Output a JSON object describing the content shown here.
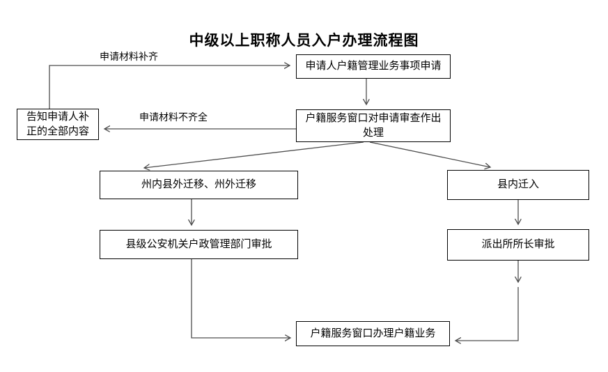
{
  "title": "中级以上职称人员入户办理流程图",
  "flowchart": {
    "type": "flowchart",
    "nodes": {
      "apply": "申请人户籍管理业务事项申请",
      "review": "户籍服务窗口对申请审查作出处理",
      "notify": "告知申请人补正的全部内容",
      "branch_left": "州内县外迁移、州外迁移",
      "branch_right": "县内迁入",
      "approve_left": "县级公安机关户政管理部门审批",
      "approve_right": "派出所所长审批",
      "final": "户籍服务窗口办理户籍业务"
    },
    "edge_labels": {
      "materials_complete": "申请材料补齐",
      "materials_incomplete": "申请材料不齐全"
    },
    "edges": [
      {
        "from": "notify",
        "to": "apply",
        "label": "申请材料补齐"
      },
      {
        "from": "apply",
        "to": "review",
        "label": ""
      },
      {
        "from": "review",
        "to": "notify",
        "label": "申请材料不齐全"
      },
      {
        "from": "review",
        "to": "branch_left",
        "label": ""
      },
      {
        "from": "review",
        "to": "branch_right",
        "label": ""
      },
      {
        "from": "branch_left",
        "to": "approve_left",
        "label": ""
      },
      {
        "from": "branch_right",
        "to": "approve_right",
        "label": ""
      },
      {
        "from": "approve_left",
        "to": "final",
        "label": ""
      },
      {
        "from": "approve_right",
        "to": "final",
        "label": ""
      }
    ],
    "colors": {
      "background": "#ffffff",
      "box_border": "#000000",
      "box_fill": "#ffffff",
      "connector": "#4d4d4d",
      "text": "#000000"
    }
  }
}
